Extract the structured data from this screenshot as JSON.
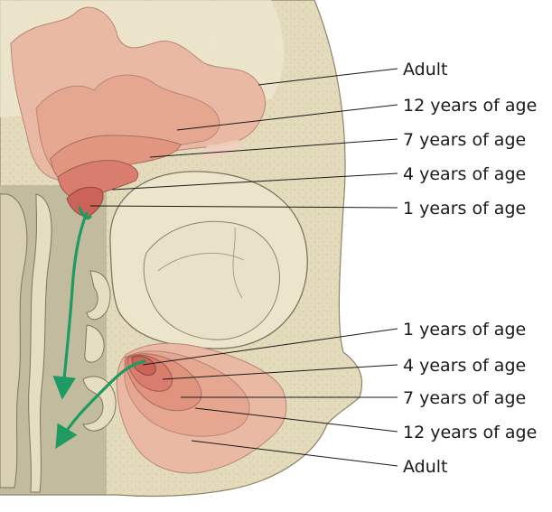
{
  "labels": {
    "frontal": [
      "Adult",
      "12 years of age",
      "7 years of age",
      "4 years of age",
      "1 years of age"
    ],
    "maxillary": [
      "1 years of age",
      "4 years of age",
      "7 years of age",
      "12 years of age",
      "Adult"
    ]
  },
  "colors": {
    "background": "#ffffff",
    "bone": "#e8e0c4",
    "bone_speckle": "#d7ccaa",
    "cavity": "#bfb69a",
    "orbit": "#ece5cc",
    "sinus_adult": "#eab9a4",
    "sinus_12": "#e7a892",
    "sinus_7": "#e39a86",
    "sinus_4": "#dc8476",
    "sinus_1": "#cf6a60",
    "arrow": "#1d9b62",
    "text": "#1a1a1a"
  }
}
